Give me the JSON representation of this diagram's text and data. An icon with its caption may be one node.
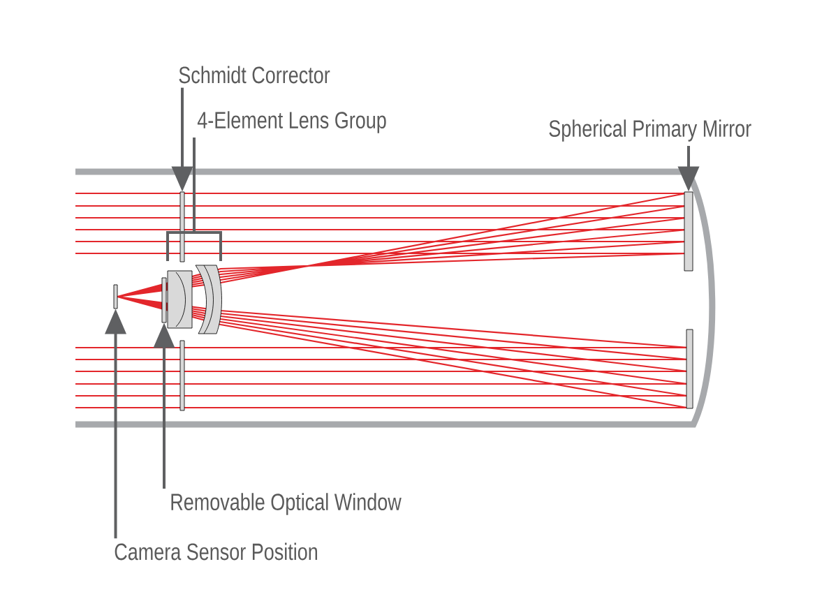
{
  "diagram": {
    "nodes": [
      {
        "text": [
          "Schmidt Corrector"
        ]
      },
      {
        "text": [
          "4-Element Lens Group"
        ]
      },
      {
        "text": [
          "Spherical Primary Mirror"
        ]
      },
      {
        "text": [
          "Removable Optical Window"
        ]
      },
      {
        "text": [
          "Camera Sensor Position"
        ]
      },
      {
        "text": [],
        "shape": "bar"
      },
      {
        "text": [],
        "shape": "picture"
      },
      {
        "text": [],
        "shape": "bar"
      },
      {
        "text": [],
        "shape": "bar"
      },
      {
        "text": [],
        "shape": "bar"
      },
      {
        "text": [],
        "shape": "bar"
      },
      {
        "text": [],
        "shape": "bar"
      }
    ],
    "edges": [
      {
        "from": 0,
        "to": 5,
        "arrow": "to"
      },
      {
        "from": 1,
        "to": 6,
        "arrow": "none"
      },
      {
        "from": 2,
        "to": 7,
        "arrow": "to"
      },
      {
        "from": 3,
        "to": 8,
        "arrow": "to"
      },
      {
        "from": 4,
        "to": 9,
        "arrow": "to"
      }
    ]
  }
}
